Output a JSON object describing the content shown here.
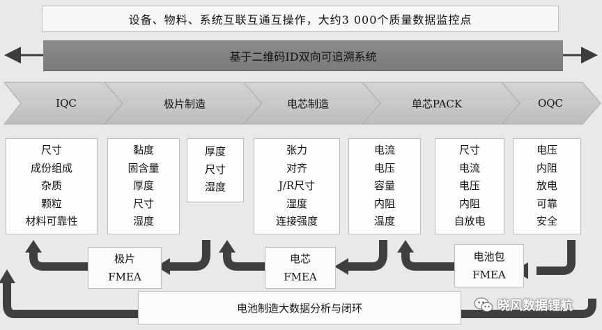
{
  "top_note": "设备、物料、系统互联互通互操作，大约3 000个质量数据监控点",
  "banner": "基于二维码ID双向可追溯系统",
  "stages": [
    {
      "label": "IQC"
    },
    {
      "label": "极片制造"
    },
    {
      "label": "电芯制造"
    },
    {
      "label": "单芯PACK"
    },
    {
      "label": "OQC"
    }
  ],
  "boxes": [
    {
      "items": [
        "尺寸",
        "成份组成",
        "杂质",
        "颗粒",
        "材料可靠性"
      ]
    },
    {
      "items": [
        "黏度",
        "固含量",
        "厚度",
        "尺寸",
        "湿度"
      ]
    },
    {
      "items": [
        "厚度",
        "尺寸",
        "湿度"
      ]
    },
    {
      "items": [
        "张力",
        "对齐",
        "J/R尺寸",
        "湿度",
        "连接强度"
      ]
    },
    {
      "items": [
        "电流",
        "电压",
        "容量",
        "内阻",
        "温度"
      ]
    },
    {
      "items": [
        "尺寸",
        "电流",
        "电压",
        "内阻",
        "自放电"
      ]
    },
    {
      "items": [
        "电压",
        "内阻",
        "放电",
        "可靠",
        "安全"
      ]
    }
  ],
  "fmea": [
    {
      "line1": "极片",
      "line2": "FMEA"
    },
    {
      "line1": "电芯",
      "line2": "FMEA"
    },
    {
      "line1": "电池包",
      "line2": "FMEA"
    }
  ],
  "bottom_bar": "电池制造大数据分析与闭环",
  "watermark": {
    "icon": "wechat-icon",
    "text": "晓风数据锂航"
  },
  "colors": {
    "background": "#e9e9e9",
    "chevron": "#c9c9c9",
    "banner": "#818181",
    "arrow": "#3f3f3f"
  }
}
